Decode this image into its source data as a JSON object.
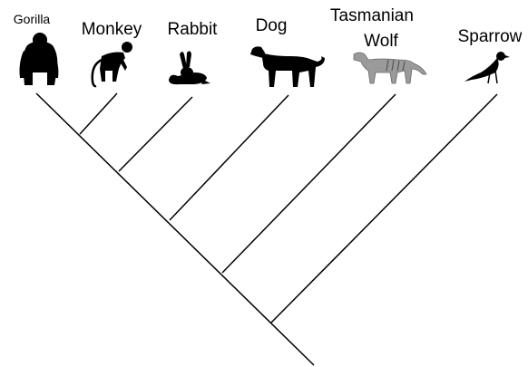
{
  "taxa": [
    {
      "id": "gorilla",
      "lines": [
        "Gorilla"
      ],
      "icon": "gorilla-icon"
    },
    {
      "id": "monkey",
      "lines": [
        "Monkey"
      ],
      "icon": "monkey-icon"
    },
    {
      "id": "rabbit",
      "lines": [
        "Rabbit"
      ],
      "icon": "rabbit-icon"
    },
    {
      "id": "dog",
      "lines": [
        "Dog"
      ],
      "icon": "dog-icon"
    },
    {
      "id": "tasmanian-wolf",
      "lines": [
        "Tasmanian",
        "Wolf"
      ],
      "icon": "tasmanian-wolf-icon"
    },
    {
      "id": "sparrow",
      "lines": [
        "Sparrow"
      ],
      "icon": "sparrow-icon"
    }
  ],
  "colors": {
    "line": "#000000",
    "silhouette": "#000000",
    "thylacine": "#9a9a9a"
  }
}
